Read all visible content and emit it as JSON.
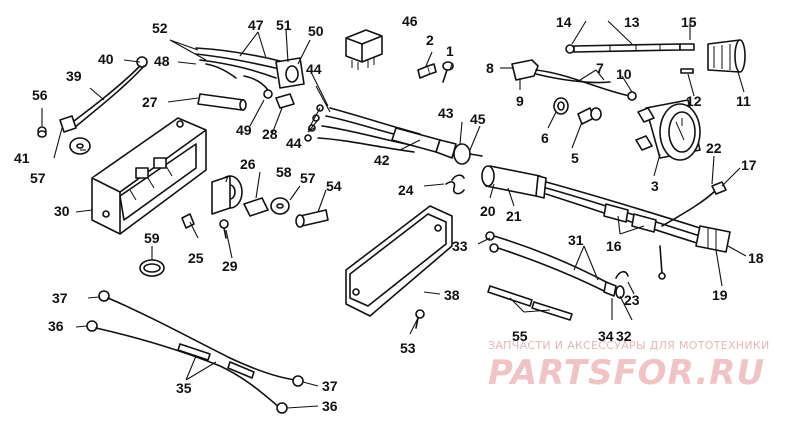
{
  "diagram": {
    "labels": {
      "l1": "1",
      "l2": "2",
      "l3": "3",
      "l5": "5",
      "l6": "6",
      "l7": "7",
      "l8": "8",
      "l9": "9",
      "l10": "10",
      "l11": "11",
      "l12": "12",
      "l13": "13",
      "l14": "14",
      "l15": "15",
      "l16": "16",
      "l17": "17",
      "l18": "18",
      "l19": "19",
      "l20": "20",
      "l21": "21",
      "l22": "22",
      "l23": "23",
      "l24": "24",
      "l25": "25",
      "l26": "26",
      "l27": "27",
      "l28": "28",
      "l29": "29",
      "l30": "30",
      "l31": "31",
      "l32": "32",
      "l33": "33",
      "l34": "34",
      "l35": "35",
      "l36": "36",
      "l37": "37",
      "l38": "38",
      "l39": "39",
      "l40": "40",
      "l41": "41",
      "l42": "42",
      "l43": "43",
      "l44": "44",
      "l45": "45",
      "l46": "46",
      "l47": "47",
      "l48": "48",
      "l49": "49",
      "l50": "50",
      "l51": "51",
      "l52": "52",
      "l53": "53",
      "l54": "54",
      "l55": "55",
      "l56": "56",
      "l57": "57",
      "l58": "58",
      "l59": "59"
    }
  },
  "watermark": {
    "subtitle": "ЗАПЧАСТИ И АКСЕССУАРЫ ДЛЯ МОТОТЕХНИКИ",
    "brand": "PARTSFOR.RU",
    "brand_color": "#f0c3c5"
  }
}
